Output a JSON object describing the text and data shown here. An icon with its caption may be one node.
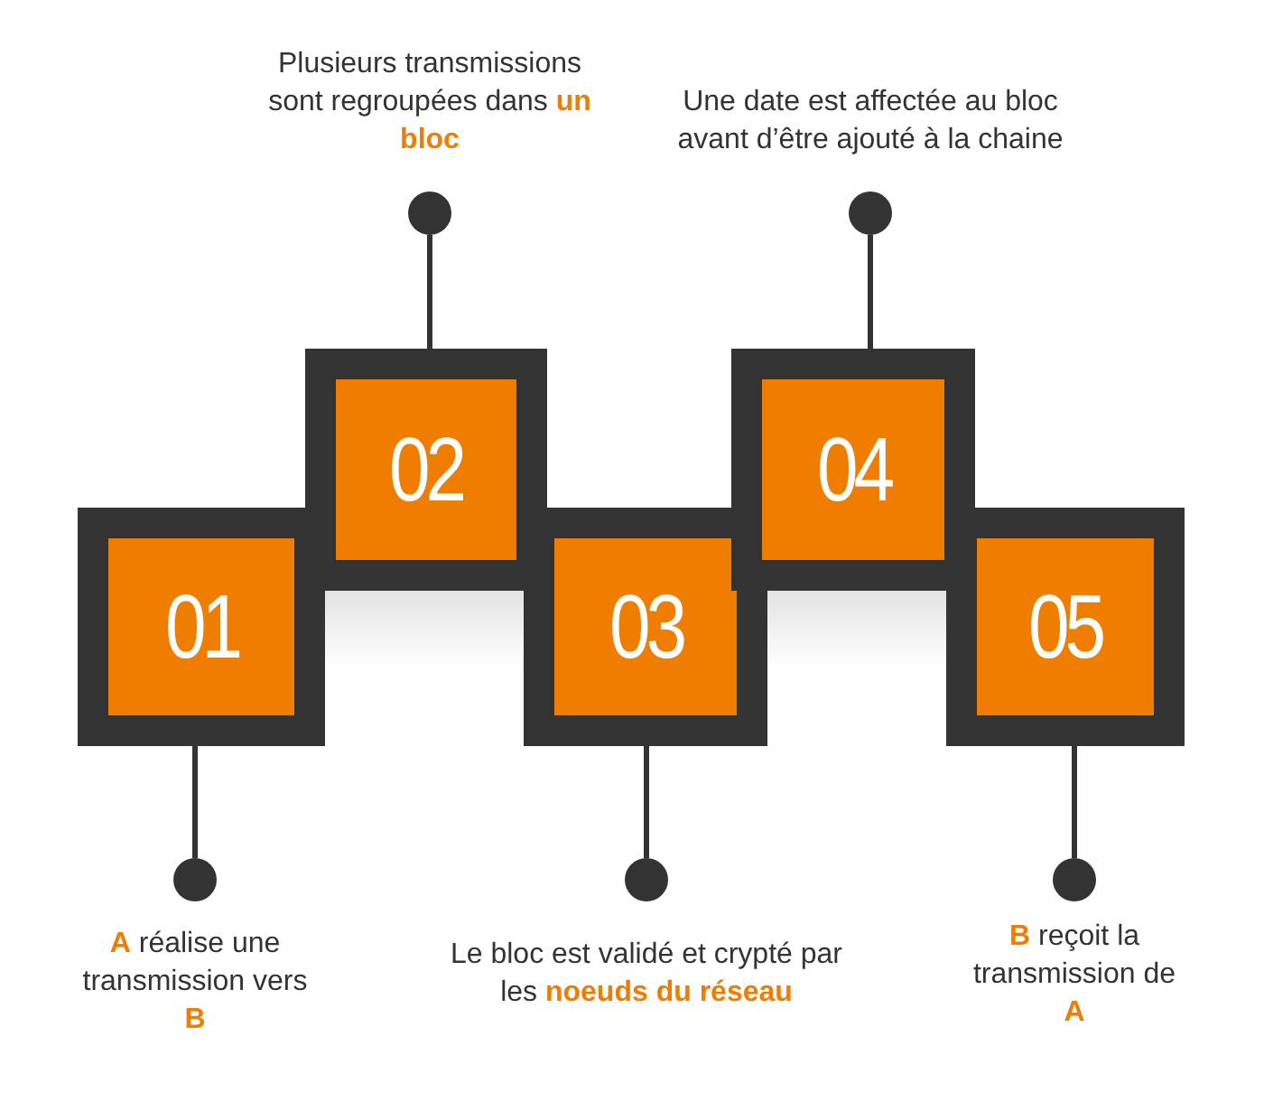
{
  "diagram": {
    "nodes": [
      {
        "text": [
          "01"
        ]
      },
      {
        "text": [
          "02"
        ]
      },
      {
        "text": [
          "03"
        ]
      },
      {
        "text": [
          "04"
        ]
      },
      {
        "text": [
          "05"
        ]
      },
      {
        "text": [],
        "shape": "circle",
        "beside": [
          "**A** réalise une transmission vers **B**"
        ]
      },
      {
        "text": [],
        "shape": "circle",
        "beside": [
          "Plusieurs transmissions sont regroupées dans **un bloc**"
        ]
      },
      {
        "text": [],
        "shape": "circle",
        "beside": [
          "Le bloc est validé et crypté par les **noeuds du réseau**"
        ]
      },
      {
        "text": [],
        "shape": "circle",
        "beside": [
          "Une date est affectée au bloc avant d’être ajouté à la chaine"
        ]
      },
      {
        "text": [],
        "shape": "circle",
        "beside": [
          "**B** reçoit la transmission de **A**"
        ]
      }
    ],
    "edges": [
      {
        "from": 5,
        "to": 0,
        "arrow": "none"
      },
      {
        "from": 6,
        "to": 1,
        "arrow": "none"
      },
      {
        "from": 7,
        "to": 2,
        "arrow": "none"
      },
      {
        "from": 8,
        "to": 3,
        "arrow": "none"
      },
      {
        "from": 9,
        "to": 4,
        "arrow": "none"
      }
    ]
  }
}
